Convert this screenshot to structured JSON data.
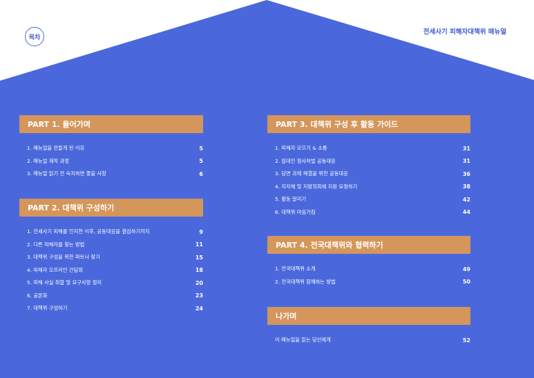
{
  "header": {
    "badge": "목차",
    "title": "전세사기 피해자대책위 매뉴얼"
  },
  "sections": [
    {
      "title": "PART 1. 들어가며",
      "items": [
        {
          "label": "1. 매뉴얼을 만들게 된 이유",
          "page": "5"
        },
        {
          "label": "2. 매뉴얼 제작 과정",
          "page": "5"
        },
        {
          "label": "3. 매뉴얼 읽기 전 숙지하면 좋을 사항",
          "page": "6"
        }
      ]
    },
    {
      "title": "PART 2. 대책위 구성하기",
      "items": [
        {
          "label": "1. 전세사기 피해를 인지한 이후, 공동대응을 결심하기까지",
          "page": "9"
        },
        {
          "label": "2. 다른 피해자를 찾는 방법",
          "page": "11"
        },
        {
          "label": "3. 대책위 구성을 위한 파트너 찾기",
          "page": "15"
        },
        {
          "label": "4. 피해자 오프라인 간담회",
          "page": "18"
        },
        {
          "label": "5. 피해 사실 취합 및 요구사항 정리",
          "page": "20"
        },
        {
          "label": "6. 공론화",
          "page": "23"
        },
        {
          "label": "7. 대책위 구성하기",
          "page": "24"
        }
      ]
    },
    {
      "title": "PART 3. 대책위 구성 후 활동 가이드",
      "items": [
        {
          "label": "1. 피해자 모으기 & 소통",
          "page": "31"
        },
        {
          "label": "2. 임대인 형사처벌 공동대응",
          "page": "31"
        },
        {
          "label": "3. 당면 과제 해결을 위한 공동대응",
          "page": "36"
        },
        {
          "label": "4. 지자체 및 지방의회에 지원 요청하기",
          "page": "38"
        },
        {
          "label": "5. 활동 알리기",
          "page": "42"
        },
        {
          "label": "6. 대책위 마음가짐",
          "page": "44"
        }
      ]
    },
    {
      "title": "PART 4. 전국대책위와 협력하기",
      "items": [
        {
          "label": "1. 전국대책위 소개",
          "page": "49"
        },
        {
          "label": "2. 전국대책위 함께하는 방법",
          "page": "50"
        }
      ]
    },
    {
      "title": "나가며",
      "items": [
        {
          "label": "이 매뉴얼을 읽는 당신에게",
          "page": "52"
        }
      ]
    }
  ]
}
